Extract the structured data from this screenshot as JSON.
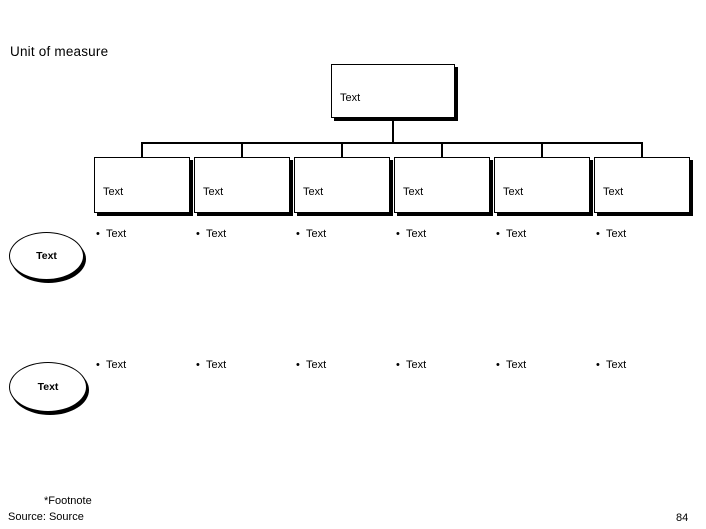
{
  "slide": {
    "unit_of_measure_label": "Unit of measure",
    "page_number": "84",
    "footnote": "*Footnote",
    "source": "Source: Source",
    "accent_color": "#000000",
    "background_color": "#ffffff"
  },
  "chart_data": {
    "type": "diagram",
    "diagram_kind": "org-chart",
    "title": "Unit of measure",
    "root": {
      "label": "Text"
    },
    "columns": [
      {
        "box_label": "Text",
        "bullets": [
          "Text",
          "Text"
        ]
      },
      {
        "box_label": "Text",
        "bullets": [
          "Text",
          "Text"
        ]
      },
      {
        "box_label": "Text",
        "bullets": [
          "Text",
          "Text"
        ]
      },
      {
        "box_label": "Text",
        "bullets": [
          "Text",
          "Text"
        ]
      },
      {
        "box_label": "Text",
        "bullets": [
          "Text",
          "Text"
        ]
      },
      {
        "box_label": "Text",
        "bullets": [
          "Text",
          "Text"
        ]
      }
    ],
    "row_labels": [
      "Text",
      "Text"
    ],
    "bullet_glyph": "•"
  },
  "top_box": {
    "label": "Text"
  },
  "child_boxes": [
    {
      "label": "Text"
    },
    {
      "label": "Text"
    },
    {
      "label": "Text"
    },
    {
      "label": "Text"
    },
    {
      "label": "Text"
    },
    {
      "label": "Text"
    }
  ],
  "row_ellipses": [
    {
      "label": "Text"
    },
    {
      "label": "Text"
    }
  ],
  "bullet_rows": [
    {
      "items": [
        {
          "glyph": "•",
          "label": "Text"
        },
        {
          "glyph": "•",
          "label": "Text"
        },
        {
          "glyph": "•",
          "label": "Text"
        },
        {
          "glyph": "•",
          "label": "Text"
        },
        {
          "glyph": "•",
          "label": "Text"
        },
        {
          "glyph": "•",
          "label": "Text"
        }
      ]
    },
    {
      "items": [
        {
          "glyph": "•",
          "label": "Text"
        },
        {
          "glyph": "•",
          "label": "Text"
        },
        {
          "glyph": "•",
          "label": "Text"
        },
        {
          "glyph": "•",
          "label": "Text"
        },
        {
          "glyph": "•",
          "label": "Text"
        },
        {
          "glyph": "•",
          "label": "Text"
        }
      ]
    }
  ]
}
